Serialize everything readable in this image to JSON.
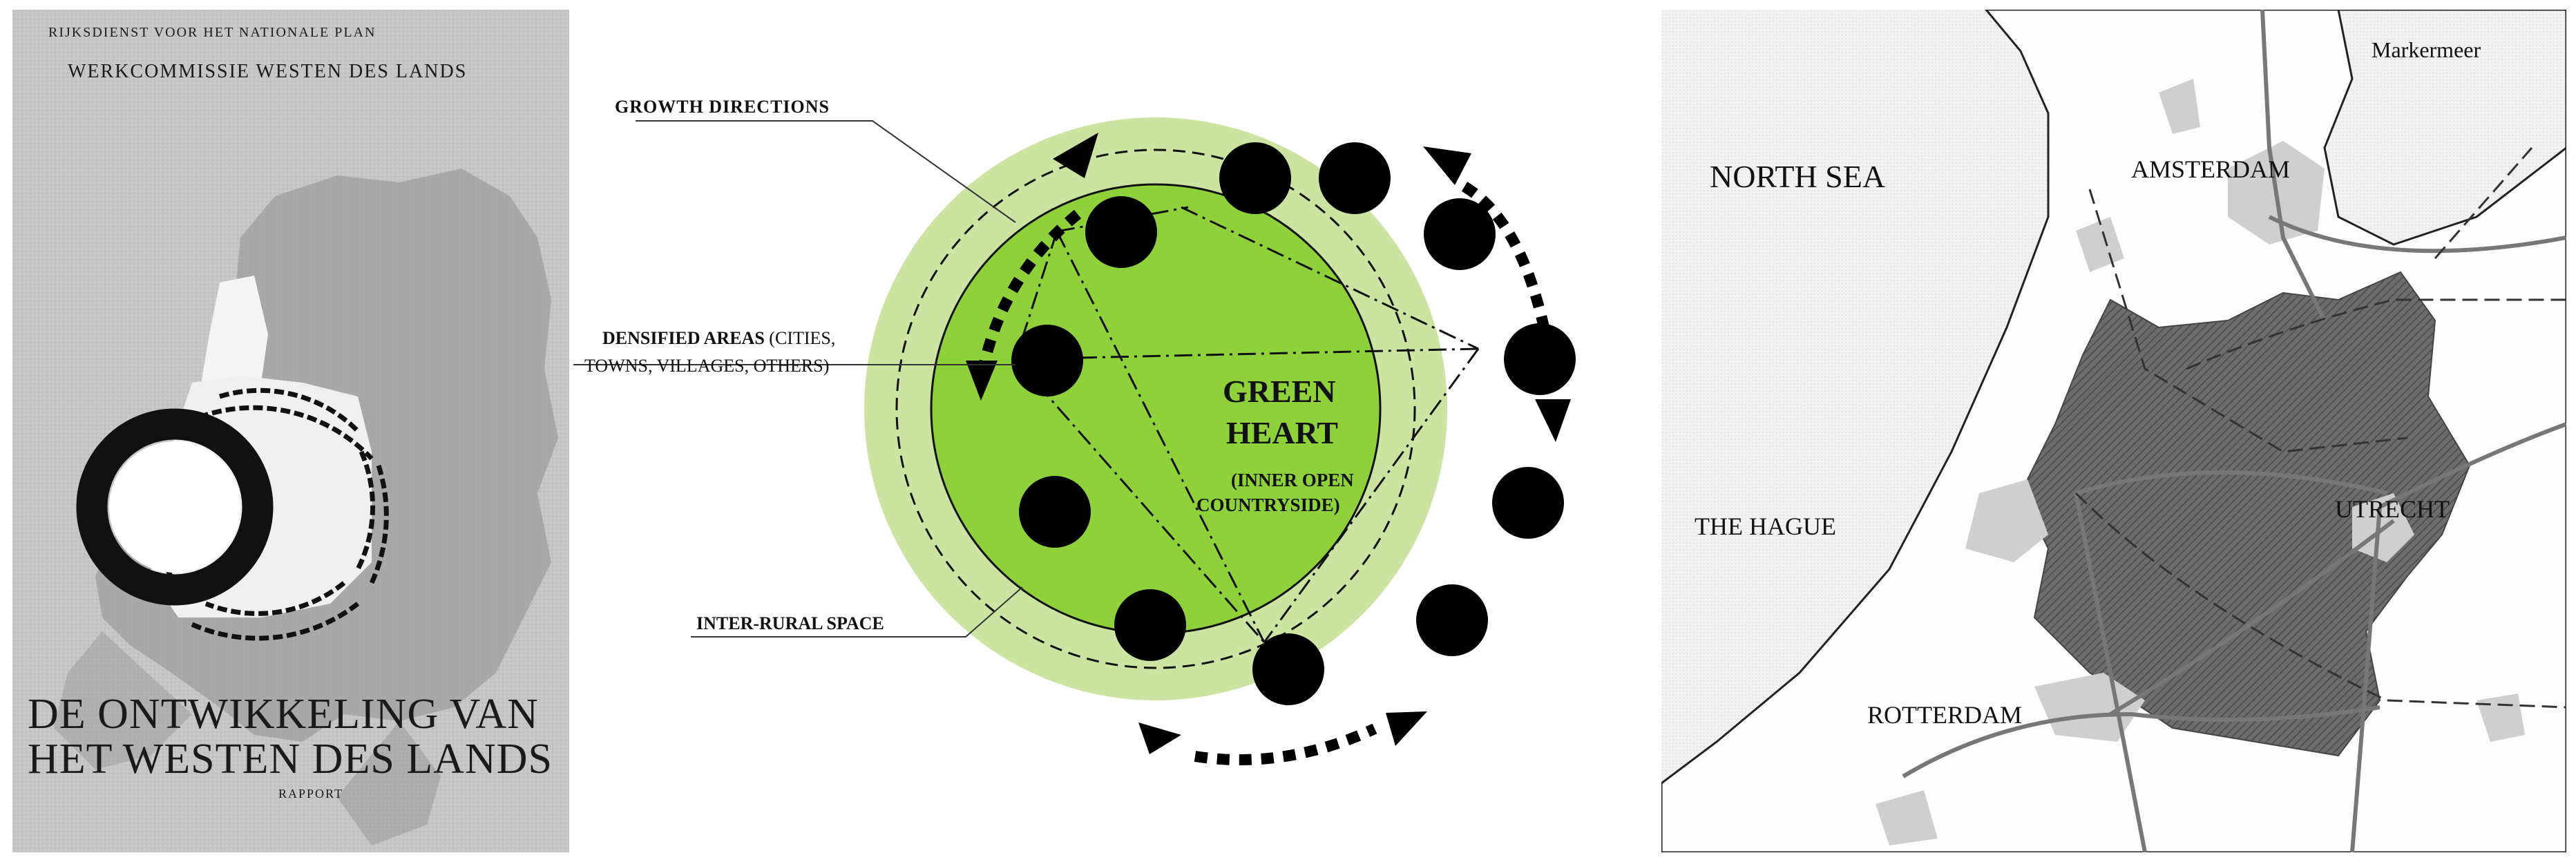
{
  "poster": {
    "line1": "RIJKSDIENST VOOR HET NATIONALE PLAN",
    "line2": "WERKCOMMISSIE WESTEN DES LANDS",
    "title1": "DE ONTWIKKELING VAN",
    "title2": "HET WESTEN DES LANDS",
    "footer": "RAPPORT"
  },
  "diagram": {
    "growth_directions": "GROWTH DIRECTIONS",
    "densified_bold": "DENSIFIED AREAS",
    "densified_rest": " (CITIES,",
    "densified_line2": "TOWNS, VILLAGES, OTHERS)",
    "inter_rural": "INTER-RURAL SPACE",
    "green_heart_1": "GREEN",
    "green_heart_2": "HEART",
    "inner_1": "(INNER OPEN",
    "inner_2": "COUNTRYSIDE)",
    "colors": {
      "outer_ring": "#cde3a2",
      "inner_circle": "#8ed13a",
      "node": "#000000"
    }
  },
  "map": {
    "labels": {
      "markermeer": "Markermeer",
      "north_sea": "NORTH SEA",
      "amsterdam": "AMSTERDAM",
      "the_hague": "THE HAGUE",
      "utrecht": "UTRECHT",
      "rotterdam": "ROTTERDAM"
    }
  }
}
